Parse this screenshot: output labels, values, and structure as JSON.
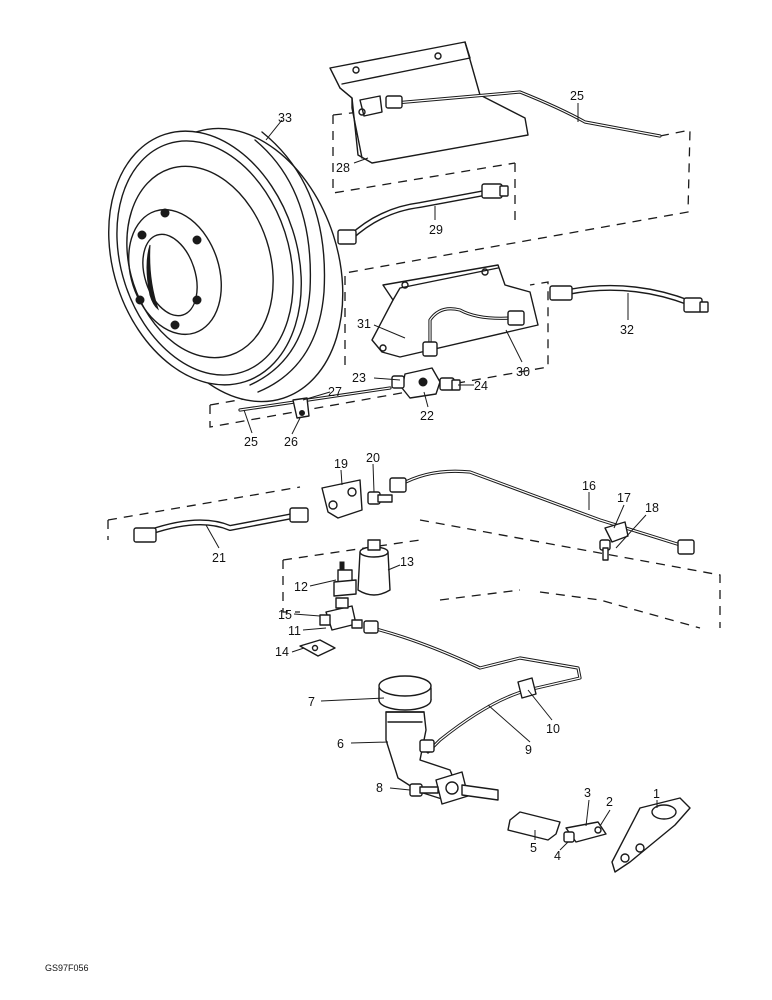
{
  "figure_code": "GS97F056",
  "callouts": [
    "1",
    "2",
    "3",
    "4",
    "5",
    "6",
    "7",
    "8",
    "9",
    "10",
    "11",
    "12",
    "13",
    "14",
    "15",
    "16",
    "17",
    "18",
    "19",
    "20",
    "21",
    "22",
    "23",
    "24",
    "25",
    "26",
    "27",
    "28",
    "29",
    "30",
    "31",
    "32",
    "33"
  ],
  "callout_25_second": "25"
}
